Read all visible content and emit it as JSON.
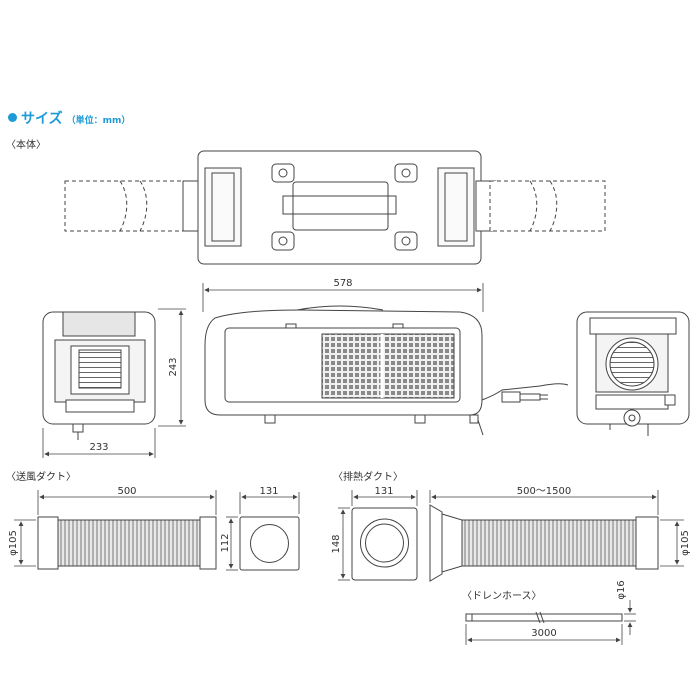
{
  "section": {
    "title": "サイズ",
    "unit_note": "（単位：mm）"
  },
  "views": {
    "main_body_label": "〈本体〉",
    "supply_duct_label": "〈送風ダクト〉",
    "exhaust_duct_label": "〈排熱ダクト〉",
    "drain_hose_label": "〈ドレンホース〉"
  },
  "dimensions": {
    "body_width": "578",
    "body_height": "243",
    "body_depth": "233",
    "supply_length": "500",
    "supply_diameter": "φ105",
    "supply_face_width": "131",
    "supply_face_height": "112",
    "exhaust_face_width": "131",
    "exhaust_face_height": "148",
    "exhaust_length": "500〜1500",
    "exhaust_diameter": "φ105",
    "drain_diameter": "φ16",
    "drain_length": "3000"
  },
  "colors": {
    "accent": "#1e9bd7",
    "line": "#444444",
    "fill_light": "#f4f4f4",
    "fill_mid": "#cfcfcf"
  }
}
